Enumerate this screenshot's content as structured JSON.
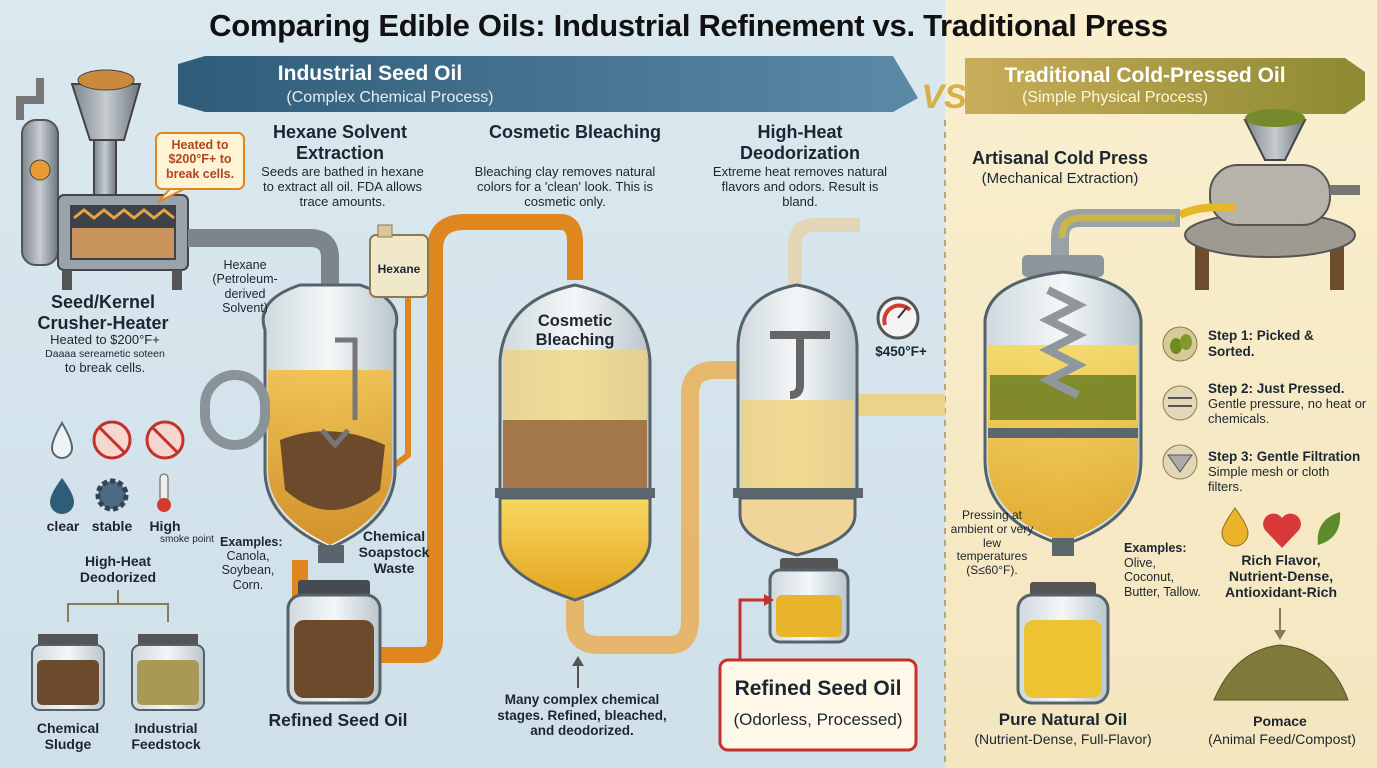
{
  "title": "Comparing Edible Oils: Industrial Refinement vs. Traditional Press",
  "vs": "VS",
  "industrial": {
    "title": "Industrial Seed Oil",
    "subtitle": "(Complex Chemical Process)",
    "crusher": {
      "callout": "Heated to $200°F+ to break cells.",
      "label": "Seed/Kernel Crusher-Heater",
      "desc_line1": "Heated to $200°F+",
      "desc_line2": "Daaaa sereametic soteen",
      "desc_line3": "to break cells."
    },
    "hexane_step": {
      "title": "Hexane Solvent Extraction",
      "desc": "Seeds are bathed in hexane to extract all oil. FDA allows trace amounts."
    },
    "hexane_can_label": "Hexane",
    "hexane_note": "Hexane (Petroleum-derived Solvent)",
    "bleach_step": {
      "title": "Cosmetic Bleaching",
      "desc": "Bleaching clay removes natural colors for a 'clean' look. This is cosmetic only."
    },
    "bleach_tank_label": "Cosmetic Bleaching",
    "deodor_step": {
      "title": "High-Heat Deodorization",
      "desc": "Extreme heat removes natural flavors and odors. Result is bland."
    },
    "temp_label": "$450°F+",
    "properties": [
      {
        "icon": "drop-icon",
        "label": "clear"
      },
      {
        "icon": "gear-icon",
        "label": "stable"
      },
      {
        "icon": "thermometer-icon",
        "label": "High",
        "sub": "smoke point"
      }
    ],
    "deodorized_label": "High-Heat Deodorized",
    "byproducts": [
      "Chemical Sludge",
      "Industrial Feedstock"
    ],
    "examples_label": "Examples:",
    "examples": "Canola, Soybean, Corn.",
    "soapstock": "Chemical Soapstock Waste",
    "refined_jar_label": "Refined Seed Oil",
    "stages_note": "Many complex chemical stages. Refined, bleached, and deodorized.",
    "result": {
      "title": "Refined Seed Oil",
      "subtitle": "(Odorless, Processed)"
    }
  },
  "traditional": {
    "title": "Traditional Cold-Pressed Oil",
    "subtitle": "(Simple Physical Process)",
    "press": {
      "title": "Artisanal Cold Press",
      "subtitle": "(Mechanical Extraction)"
    },
    "steps": [
      {
        "title": "Step 1: Picked & Sorted.",
        "desc": ""
      },
      {
        "title": "Step 2: Just Pressed.",
        "desc": "Gentle pressure, no heat or chemicals."
      },
      {
        "title": "Step 3: Gentle Filtration",
        "desc": "Simple mesh or cloth filters."
      }
    ],
    "pressing_note": "Pressing at ambient or very lew temperatures (S≤60°F).",
    "examples_label": "Examples:",
    "examples": "Olive, Coconut, Butter, Tallow.",
    "benefits": "Rich Flavor, Nutrient-Dense, Antioxidant-Rich",
    "pure_oil": {
      "title": "Pure Natural Oil",
      "subtitle": "(Nutrient-Dense, Full-Flavor)"
    },
    "pomace": {
      "title": "Pomace",
      "subtitle": "(Animal Feed/Compost)"
    }
  },
  "colors": {
    "oil": "#e6a92a",
    "pipe": "#8a949c",
    "hot_pipe": "#e0861f",
    "result_border": "#c4302b",
    "olive": "#6f8a1f"
  }
}
